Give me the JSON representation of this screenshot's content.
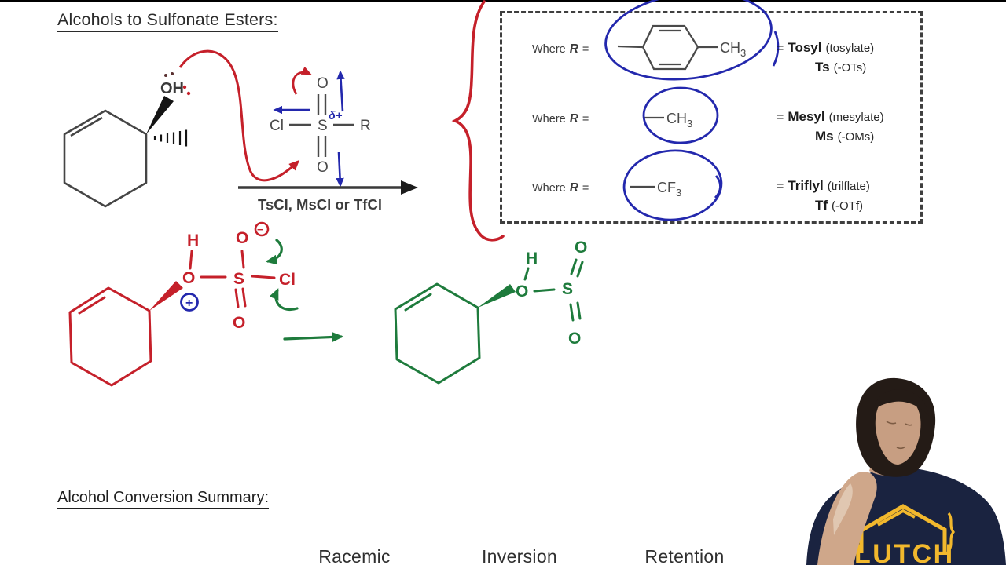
{
  "lesson": {
    "title": "Alcohols to Sulfonate Esters:",
    "summary_heading": "Alcohol Conversion Summary:",
    "summary_columns": [
      "Racemic",
      "Inversion",
      "Retention"
    ]
  },
  "reactant": {
    "hydroxyl": "OH"
  },
  "sulfonyl_chloride": {
    "cl": "Cl",
    "s": "S",
    "r": "R",
    "o_top": "O",
    "o_bottom": "O",
    "delta_plus": "δ+"
  },
  "reaction_arrow": {
    "reagents": "TsCl, MsCl or TfCl"
  },
  "r_group_box": {
    "rows": [
      {
        "where": "Where",
        "r": "R",
        "eq": "=",
        "formula": "CH",
        "sub": "3",
        "eq2": "=",
        "name": "Tosyl",
        "name_note": "(tosylate)",
        "abbr": "Ts",
        "abbr_note": "(-OTs)"
      },
      {
        "where": "Where",
        "r": "R",
        "eq": "=",
        "formula": "CH",
        "sub": "3",
        "eq2": "=",
        "name": "Mesyl",
        "name_note": "(mesylate)",
        "abbr": "Ms",
        "abbr_note": "(-OMs)"
      },
      {
        "where": "Where",
        "r": "R",
        "eq": "=",
        "formula": "CF",
        "sub": "3",
        "eq2": "=",
        "name": "Triflyl",
        "name_note": "(trilflate)",
        "abbr": "Tf",
        "abbr_note": "(-OTf)"
      }
    ]
  },
  "intermediate": {
    "h": "H",
    "o": "O",
    "plus": "+",
    "s": "S",
    "o_top": "O",
    "minus": "−",
    "o_bottom": "O",
    "cl": "Cl"
  },
  "product": {
    "h": "H",
    "o": "O",
    "s": "S",
    "o_top": "O",
    "o_bottom": "O"
  },
  "webcam": {
    "shirt_text": "LUTCH"
  },
  "colors": {
    "red_ink": "#c5202a",
    "blue_ink": "#2328ad",
    "green_ink": "#1e7b3c",
    "structure_gray": "#4a4a4a",
    "shirt_navy": "#1a2340",
    "logo_yellow": "#f2b82d"
  }
}
